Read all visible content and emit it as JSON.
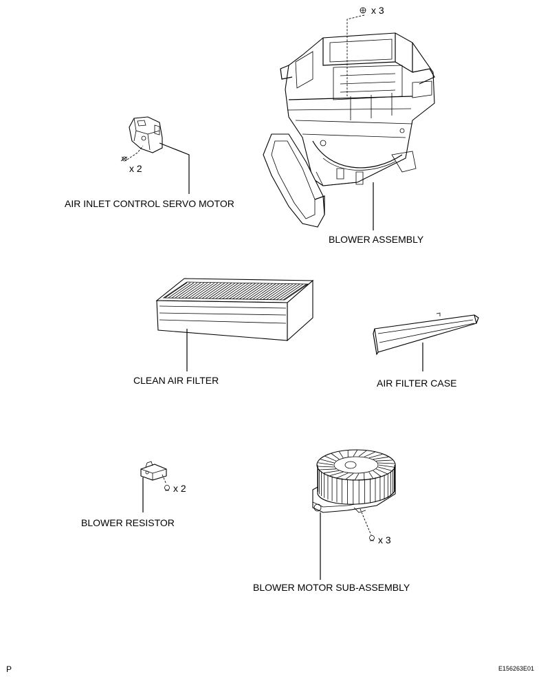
{
  "labels": {
    "servo_motor": "AIR INLET CONTROL SERVO MOTOR",
    "blower_assembly": "BLOWER ASSEMBLY",
    "clean_air_filter": "CLEAN AIR FILTER",
    "air_filter_case": "AIR FILTER CASE",
    "blower_resistor": "BLOWER RESISTOR",
    "blower_motor": "BLOWER MOTOR SUB-ASSEMBLY"
  },
  "quantities": {
    "servo_screws": "x 2",
    "blower_screws": "x 3",
    "resistor_screws": "x 2",
    "motor_screws": "x 3"
  },
  "footer": {
    "left_code": "P",
    "figure_id": "E156263E01"
  },
  "icons": [
    "screw-icon"
  ]
}
